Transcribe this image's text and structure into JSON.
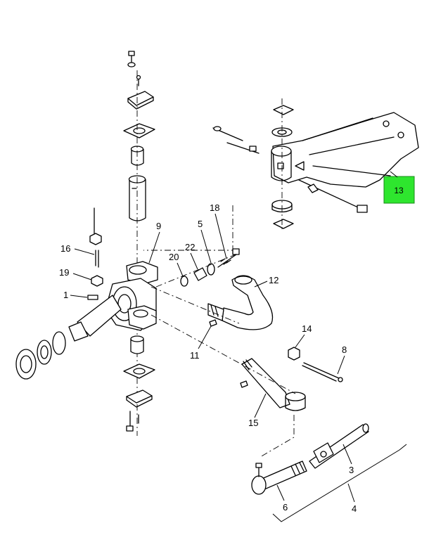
{
  "callouts": {
    "c1": "1",
    "c3": "3",
    "c4": "4",
    "c5": "5",
    "c6": "6",
    "c8": "8",
    "c9": "9",
    "c11": "11",
    "c12": "12",
    "c13": "13",
    "c14": "14",
    "c15": "15",
    "c16": "16",
    "c18": "18",
    "c19": "19",
    "c20": "20",
    "c22": "22"
  },
  "highlight": {
    "label": "13",
    "color": "#2ee62e"
  }
}
